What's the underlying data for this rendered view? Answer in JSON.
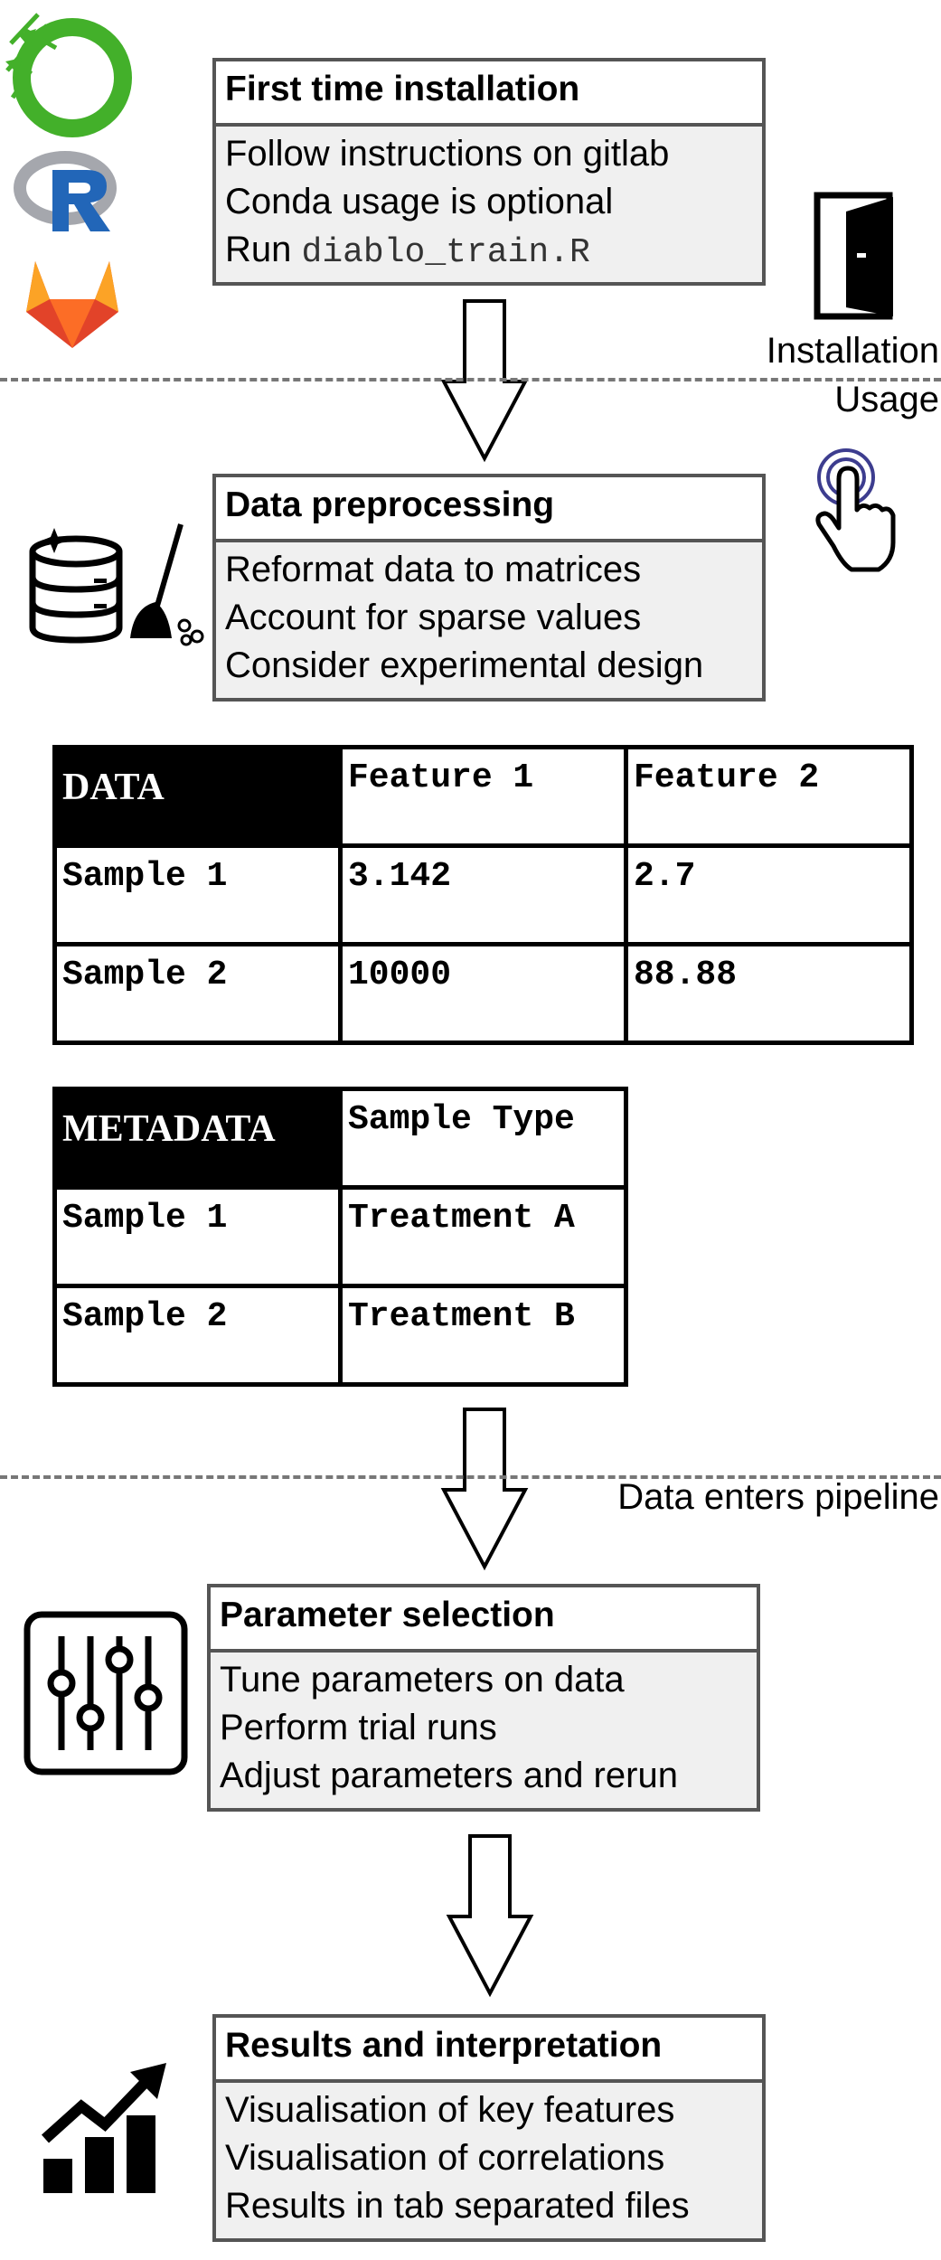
{
  "installation_step": {
    "title": "First time installation",
    "lines": [
      "Follow instructions on gitlab",
      "Conda usage is optional"
    ],
    "run_prefix": "Run",
    "run_script": "diablo_train.R"
  },
  "divider_labels": {
    "installation": "Installation",
    "usage": "Usage",
    "data_enters": "Data enters pipeline"
  },
  "preprocessing_step": {
    "title": "Data preprocessing",
    "lines": [
      "Reformat data to matrices",
      "Account for sparse values",
      "Consider experimental design"
    ]
  },
  "data_table": {
    "header": [
      "DATA",
      "Feature 1",
      "Feature 2"
    ],
    "rows": [
      [
        "Sample 1",
        "3.142",
        "2.7"
      ],
      [
        "Sample 2",
        "10000",
        "88.88"
      ]
    ]
  },
  "metadata_table": {
    "header": [
      "METADATA",
      "Sample Type"
    ],
    "rows": [
      [
        "Sample 1",
        "Treatment A"
      ],
      [
        "Sample 2",
        "Treatment B"
      ]
    ]
  },
  "parameter_step": {
    "title": "Parameter selection",
    "lines": [
      "Tune parameters on data",
      "Perform trial runs",
      "Adjust parameters and rerun"
    ]
  },
  "results_step": {
    "title": "Results and interpretation",
    "lines": [
      "Visualisation of key features",
      "Visualisation of correlations",
      "Results in tab separated files"
    ]
  },
  "icons": [
    "conda-icon",
    "r-logo-icon",
    "gitlab-icon",
    "door-icon",
    "tap-hand-icon",
    "database-clean-icon",
    "sliders-icon",
    "growth-chart-icon",
    "down-arrow-icon"
  ],
  "colors": {
    "conda_green": "#43b02a",
    "r_blue": "#2266b8",
    "r_gray": "#a5a7ad",
    "gitlab_orange": "#fc6d26",
    "gitlab_red": "#e24329",
    "tap_purple": "#3d3d8f",
    "box_border": "#555555",
    "box_fill": "#f0f0f0"
  }
}
